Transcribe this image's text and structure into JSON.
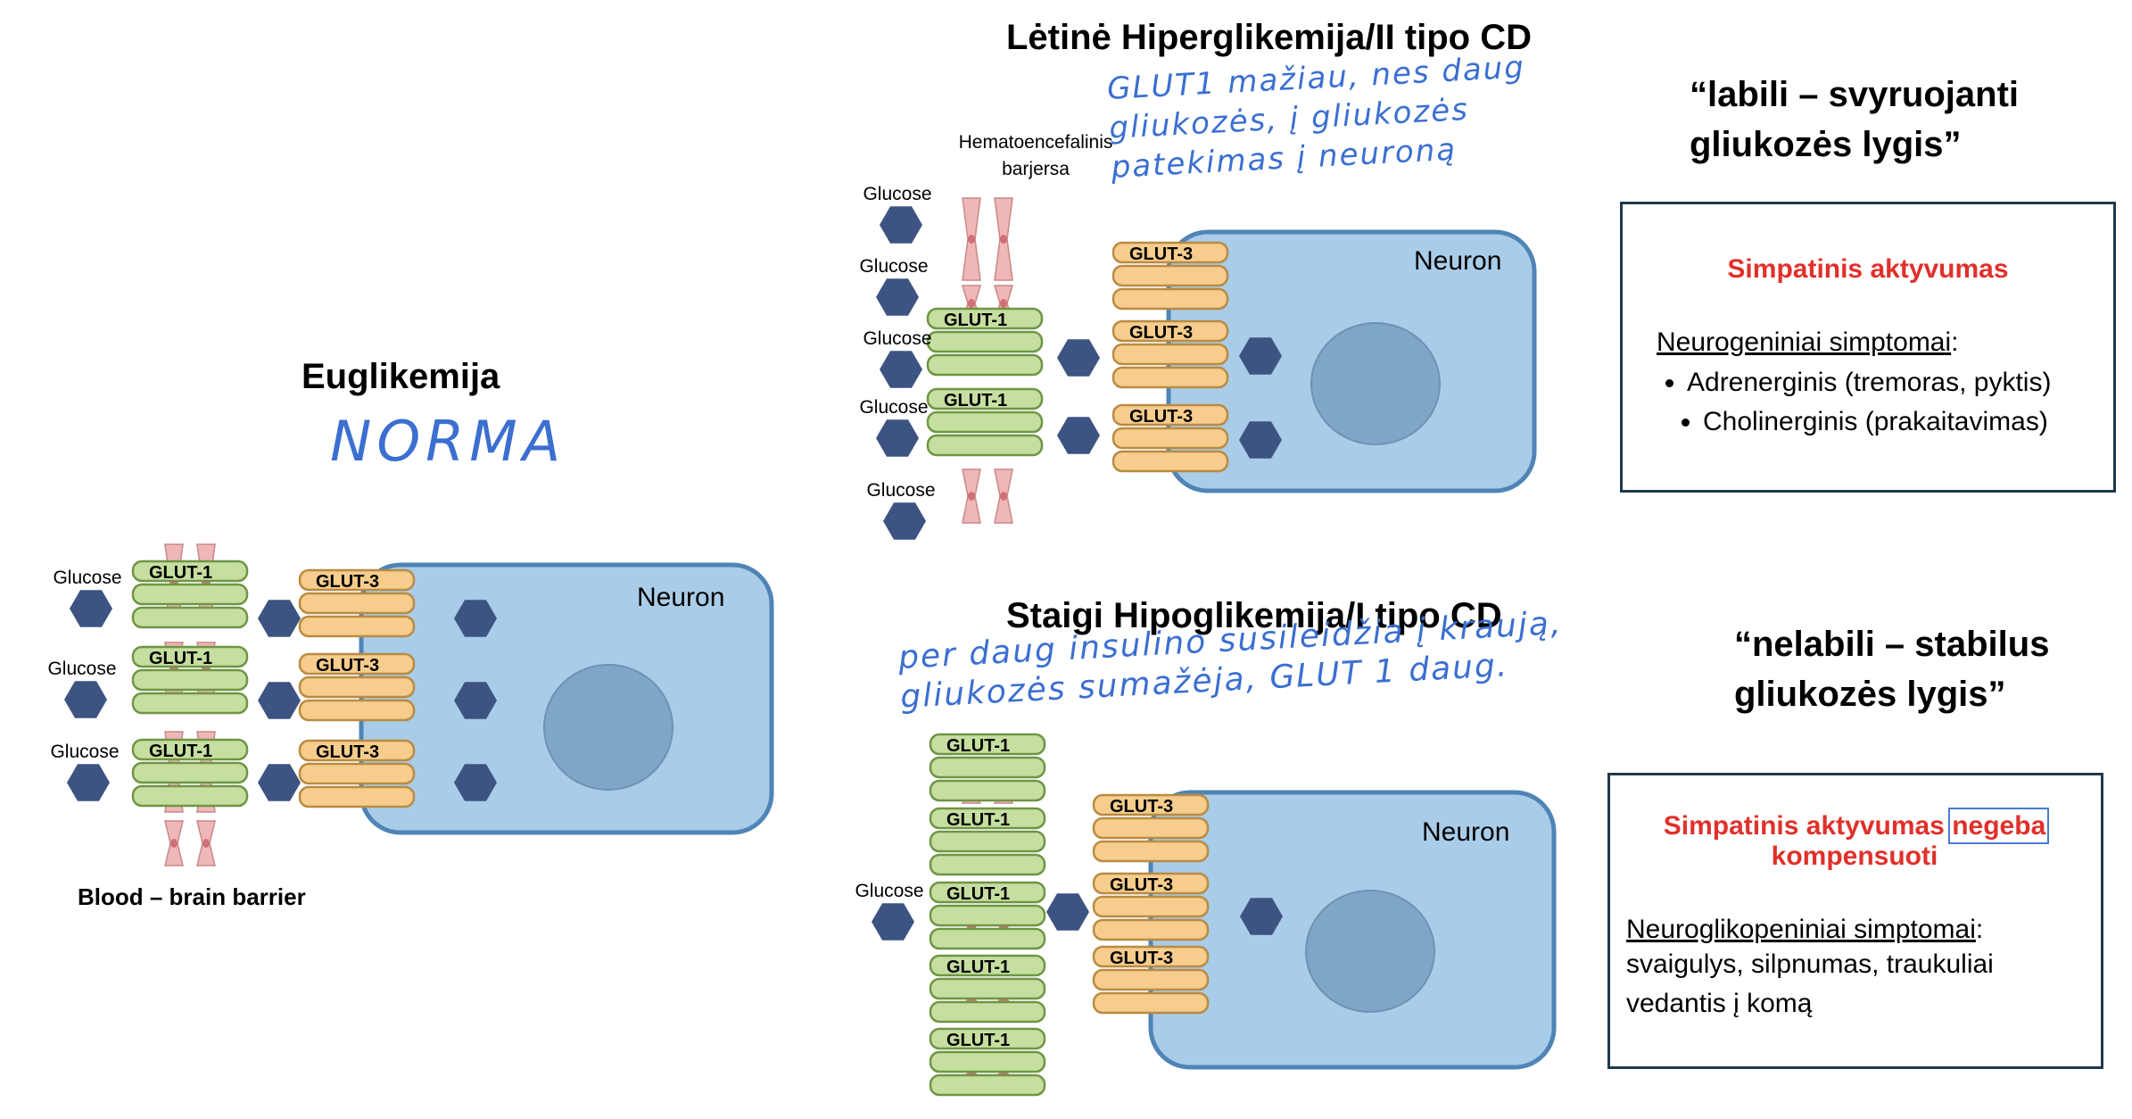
{
  "colors": {
    "hexagon": "#3d5482",
    "glut1_fill": "#c6dfa0",
    "glut1_stroke": "#6f9545",
    "glut3_fill": "#f6cd8c",
    "glut3_stroke": "#b98b42",
    "barrier_fill": "#efb7b7",
    "barrier_stroke": "#c88888",
    "barrier_nucleus": "#d26e78",
    "neuron_fill": "#a9cce8",
    "neuron_stroke": "#4f84b6",
    "nucleus_fill": "#7fa6c6",
    "handwriting": "#3b6fd0",
    "red_text": "#e0302a",
    "box_border": "#1e3a4c"
  },
  "labels": {
    "glucose": "Glucose",
    "glut1": "GLUT-1",
    "glut3": "GLUT-3",
    "neuron": "Neuron"
  },
  "panels": {
    "eu": {
      "title": "Euglikemija",
      "handwriting": "NORMA",
      "barrier_label": "Blood – brain barrier"
    },
    "hyper": {
      "title": "Lėtinė Hiperglikemija/II tipo CD",
      "barrier_label_1": "Hematoencefalinis",
      "barrier_label_2": "barjersa",
      "handwriting_1": "GLUT1 mažiau, nes daug",
      "handwriting_2": "gliukozės, į gliukozės",
      "handwriting_3": "patekimas į neuroną",
      "quote_1": "“labili – svyruojanti",
      "quote_2": "gliukozės lygis”",
      "box": {
        "title": "Simpatinis aktyvumas",
        "subtitle": "Neurogeniniai simptomai",
        "subtitle_colon": ":",
        "items": [
          "Adrenerginis (tremoras, pyktis)",
          "Cholinerginis (prakaitavimas)"
        ]
      }
    },
    "hypo": {
      "title": "Staigi Hipoglikemija/I tipo CD",
      "handwriting_1": "per daug insulino susileidžia į kraują,",
      "handwriting_2": "gliukozės sumažėja, GLUT 1 daug.",
      "quote_1": "“nelabili – stabilus",
      "quote_2": "gliukozės lygis”",
      "box": {
        "title_1": "Simpatinis aktyvumas",
        "title_highlight": "negeba",
        "title_2": "kompensuoti",
        "subtitle": "Neuroglikopeniniai simptomai",
        "subtitle_colon": ":",
        "line_1": "svaigulys, silpnumas, traukuliai",
        "line_2": "vedantis į komą"
      }
    }
  }
}
